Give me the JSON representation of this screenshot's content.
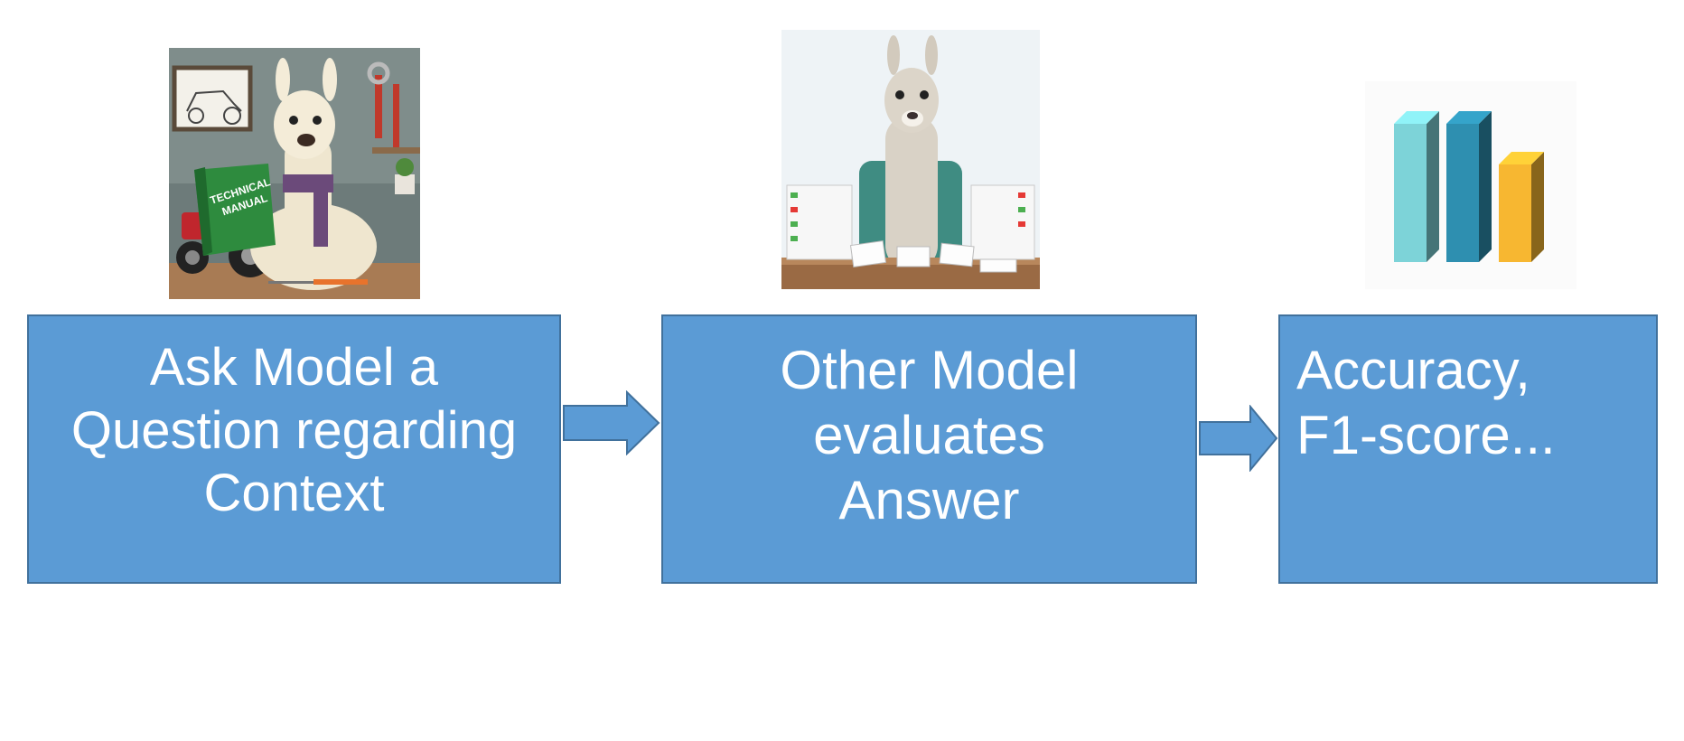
{
  "steps": [
    {
      "lines": [
        "Ask Model a",
        "Question regarding",
        "Context"
      ]
    },
    {
      "lines": [
        "Other Model",
        "evaluates",
        "Answer"
      ]
    },
    {
      "lines": [
        "Accuracy,",
        "F1-score..."
      ]
    }
  ],
  "illustrations": {
    "manual_cover_lines": [
      "TECHNICAL",
      "MANUAL"
    ],
    "chart_icon_bars": [
      {
        "color": "#7dd3d8",
        "level": 0.85
      },
      {
        "color": "#2e8fb0",
        "level": 0.85
      },
      {
        "color": "#f7b731",
        "level": 0.6
      }
    ]
  },
  "colors": {
    "box_fill": "#5b9bd5",
    "box_border": "#41719c",
    "text": "#ffffff"
  }
}
